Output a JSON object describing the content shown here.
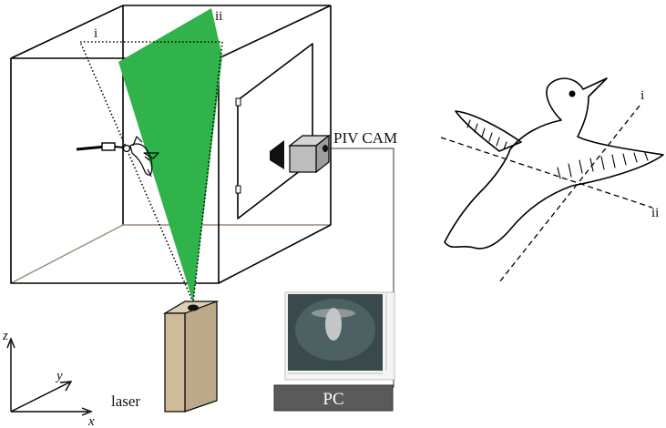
{
  "labels": {
    "plane_i": "i",
    "plane_ii": "ii",
    "camera": "PIV CAM",
    "laser": "laser",
    "pc": "PC",
    "bird_plane_i": "i",
    "bird_plane_ii": "ii"
  },
  "axes": {
    "z": "z",
    "y": "y",
    "x": "x"
  },
  "colors": {
    "laser_sheet": "#2fb34a",
    "laser_body": "#cdbb9a",
    "camera_body": "#bdbdbd",
    "pc_box": "#5a5a5a",
    "tank_back_edges": "#9a8878"
  }
}
